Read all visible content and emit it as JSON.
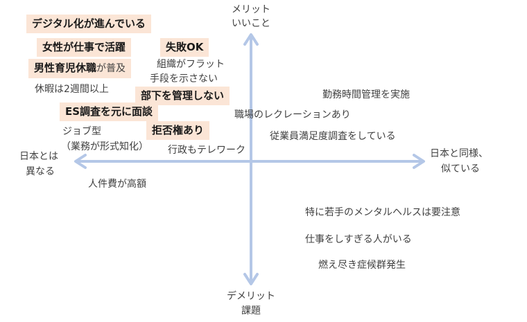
{
  "axes": {
    "top": [
      "メリット",
      "いいこと"
    ],
    "bottom": [
      "デメリット",
      "課題"
    ],
    "left": [
      "日本とは",
      "異なる"
    ],
    "right": [
      "日本と同様、",
      "似ている"
    ],
    "color": "#b4c7e7"
  },
  "highlight_color": "#fbe5d6",
  "items": {
    "digital": "デジタル化が進んでいる",
    "women": "女性が仕事で活躍",
    "failure_ok": "失敗OK",
    "paternity_bold": "男性育児休職",
    "paternity_rest": "が普及",
    "flat": "組織がフラット",
    "no_method": "手段を示さない",
    "vacation": "休暇は2週間以上",
    "no_manage": "部下を管理しない",
    "es_survey": "ES調査を元に面談",
    "veto": "拒否権あり",
    "job_type": "ジョブ型",
    "job_type_note": "（業務が形式知化）",
    "gov_telework": "行政もテレワーク",
    "labor_cost": "人件費が高額",
    "work_hours": "勤務時間管理を実施",
    "recreation": "職場のレクレーションあり",
    "satisfaction": "従業員満足度調査をしている",
    "mental_health": "特に若手のメンタルヘルスは要注意",
    "overwork": "仕事をしすぎる人がいる",
    "burnout": "燃え尽き症候群発生"
  }
}
